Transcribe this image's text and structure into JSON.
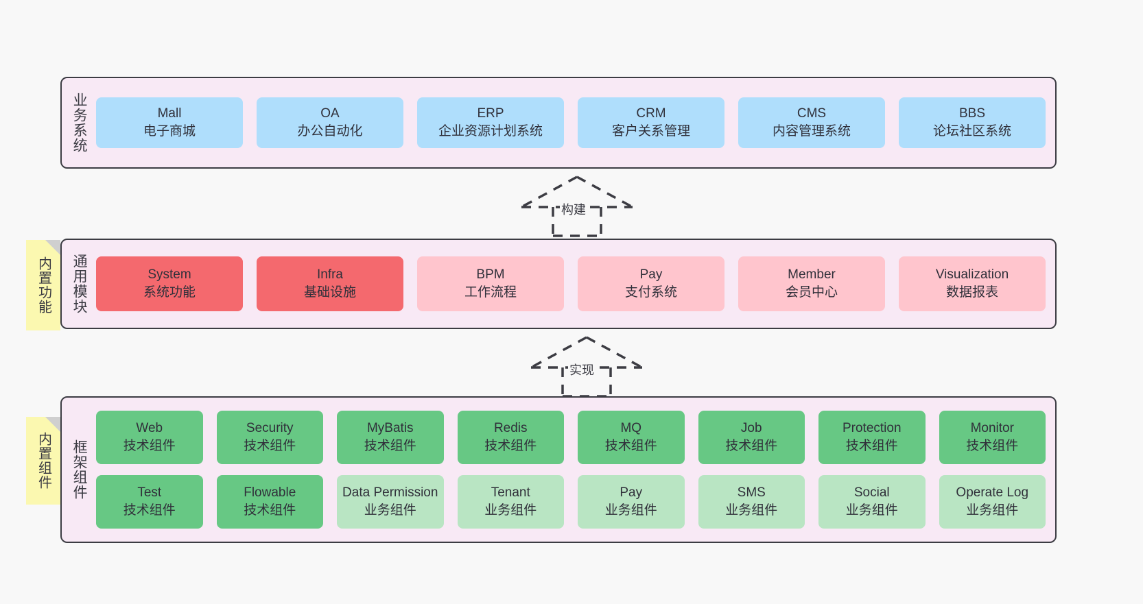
{
  "layers": [
    {
      "id": "business",
      "title": "业务系统",
      "rows": [
        [
          {
            "en": "Mall",
            "cn": "电子商城",
            "color": "blue"
          },
          {
            "en": "OA",
            "cn": "办公自动化",
            "color": "blue"
          },
          {
            "en": "ERP",
            "cn": "企业资源计划系统",
            "color": "blue"
          },
          {
            "en": "CRM",
            "cn": "客户关系管理",
            "color": "blue"
          },
          {
            "en": "CMS",
            "cn": "内容管理系统",
            "color": "blue"
          },
          {
            "en": "BBS",
            "cn": "论坛社区系统",
            "color": "blue"
          }
        ]
      ]
    },
    {
      "id": "modules",
      "title": "通用模块",
      "rows": [
        [
          {
            "en": "System",
            "cn": "系统功能",
            "color": "red"
          },
          {
            "en": "Infra",
            "cn": "基础设施",
            "color": "red"
          },
          {
            "en": "BPM",
            "cn": "工作流程",
            "color": "pink"
          },
          {
            "en": "Pay",
            "cn": "支付系统",
            "color": "pink"
          },
          {
            "en": "Member",
            "cn": "会员中心",
            "color": "pink"
          },
          {
            "en": "Visualization",
            "cn": "数据报表",
            "color": "pink"
          }
        ]
      ]
    },
    {
      "id": "frame",
      "title": "框架组件",
      "rows": [
        [
          {
            "en": "Web",
            "cn": "技术组件",
            "color": "green"
          },
          {
            "en": "Security",
            "cn": "技术组件",
            "color": "green"
          },
          {
            "en": "MyBatis",
            "cn": "技术组件",
            "color": "green"
          },
          {
            "en": "Redis",
            "cn": "技术组件",
            "color": "green"
          },
          {
            "en": "MQ",
            "cn": "技术组件",
            "color": "green"
          },
          {
            "en": "Job",
            "cn": "技术组件",
            "color": "green"
          },
          {
            "en": "Protection",
            "cn": "技术组件",
            "color": "green"
          },
          {
            "en": "Monitor",
            "cn": "技术组件",
            "color": "green"
          }
        ],
        [
          {
            "en": "Test",
            "cn": "技术组件",
            "color": "green"
          },
          {
            "en": "Flowable",
            "cn": "技术组件",
            "color": "green"
          },
          {
            "en": "Data Permission",
            "cn": "业务组件",
            "color": "lightgreen"
          },
          {
            "en": "Tenant",
            "cn": "业务组件",
            "color": "lightgreen"
          },
          {
            "en": "Pay",
            "cn": "业务组件",
            "color": "lightgreen"
          },
          {
            "en": "SMS",
            "cn": "业务组件",
            "color": "lightgreen"
          },
          {
            "en": "Social",
            "cn": "业务组件",
            "color": "lightgreen"
          },
          {
            "en": "Operate Log",
            "cn": "业务组件",
            "color": "lightgreen"
          }
        ]
      ]
    }
  ],
  "notes": {
    "builtin_features": "内置功能",
    "builtin_components": "内置组件"
  },
  "arrows": {
    "build": "构建",
    "implement": "实现"
  },
  "colors": {
    "panel_bg": "#f8e9f5",
    "panel_border": "#3c3c43",
    "blue": "#afdefc",
    "red": "#f4696e",
    "pink": "#ffc5cd",
    "green": "#67c884",
    "lightgreen": "#b9e5c3",
    "note_yellow": "#fbf8b0",
    "note_fold": "#cfcfcf",
    "canvas_bg": "#f8f8f8"
  }
}
